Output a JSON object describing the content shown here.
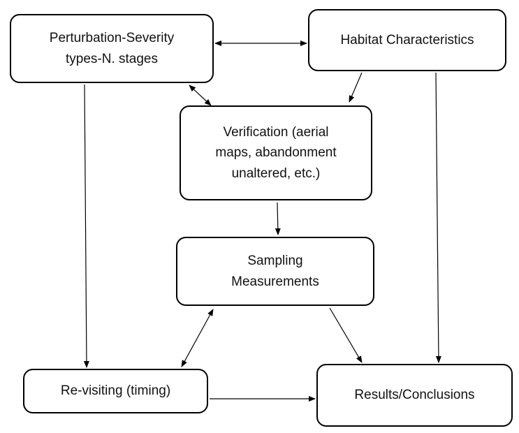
{
  "nodes": {
    "perturbation": {
      "lines": [
        "Perturbation-Severity",
        "types-N. stages"
      ]
    },
    "habitat": {
      "lines": [
        "Habitat Characteristics"
      ]
    },
    "verification": {
      "lines": [
        "Verification (aerial",
        "maps, abandonment",
        "unaltered, etc.)"
      ]
    },
    "sampling": {
      "lines": [
        "Sampling",
        "Measurements"
      ]
    },
    "revisiting": {
      "lines": [
        "Re-visiting (timing)"
      ]
    },
    "results": {
      "lines": [
        "Results/Conclusions"
      ]
    }
  },
  "edges": [
    {
      "from": "perturbation",
      "to": "habitat",
      "direction": "both"
    },
    {
      "from": "perturbation",
      "to": "verification",
      "direction": "both"
    },
    {
      "from": "habitat",
      "to": "verification",
      "direction": "forward"
    },
    {
      "from": "perturbation",
      "to": "revisiting",
      "direction": "forward"
    },
    {
      "from": "habitat",
      "to": "results",
      "direction": "forward"
    },
    {
      "from": "verification",
      "to": "sampling",
      "direction": "forward"
    },
    {
      "from": "sampling",
      "to": "revisiting",
      "direction": "both"
    },
    {
      "from": "sampling",
      "to": "results",
      "direction": "forward"
    },
    {
      "from": "revisiting",
      "to": "results",
      "direction": "forward"
    }
  ],
  "colors": {
    "box_border": "#000000",
    "text": "#111111",
    "arrow": "#000000",
    "background": "#ffffff"
  }
}
